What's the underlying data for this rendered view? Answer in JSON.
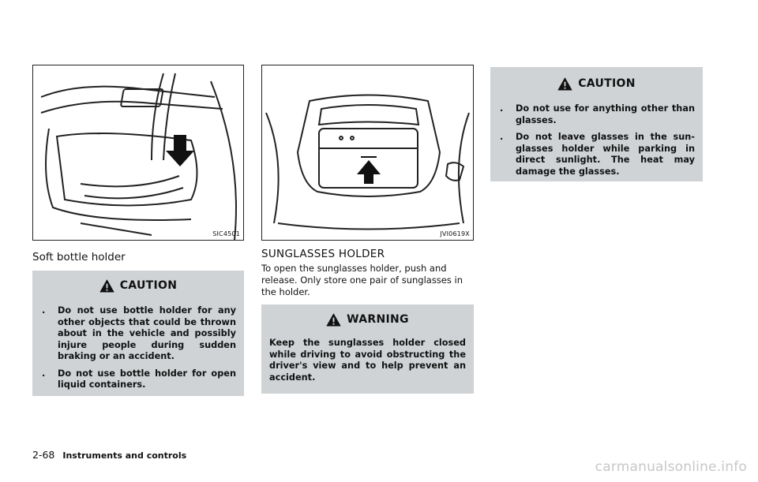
{
  "left_column": {
    "figure_code": "SIC4501",
    "heading": "Soft bottle holder",
    "caution": {
      "title": "CAUTION",
      "items": [
        "Do not use bottle holder for any other objects that could be thrown about in the vehicle and possibly injure people during sudden braking or an accident.",
        "Do not use bottle holder for open liquid containers."
      ]
    }
  },
  "middle_column": {
    "figure_code": "JVI0619X",
    "heading": "SUNGLASSES HOLDER",
    "body": "To open the sunglasses holder, push and release. Only store one pair of sunglasses in the holder.",
    "warning": {
      "title": "WARNING",
      "text": "Keep the sunglasses holder closed while driving to avoid obstructing the driver's view and to help prevent an accident."
    }
  },
  "right_column": {
    "caution": {
      "title": "CAUTION",
      "items": [
        "Do not use for anything other than glasses.",
        "Do not leave glasses in the sun-glasses holder while parking in direct sunlight. The heat may damage the glasses."
      ]
    }
  },
  "bullet_glyph": ".",
  "footer": {
    "page_number": "2-68",
    "section": "Instruments and controls"
  },
  "watermark": "carmanualsonline.info",
  "colors": {
    "notice_box": "#cfd3d6",
    "watermark": "#c7c7c7"
  }
}
